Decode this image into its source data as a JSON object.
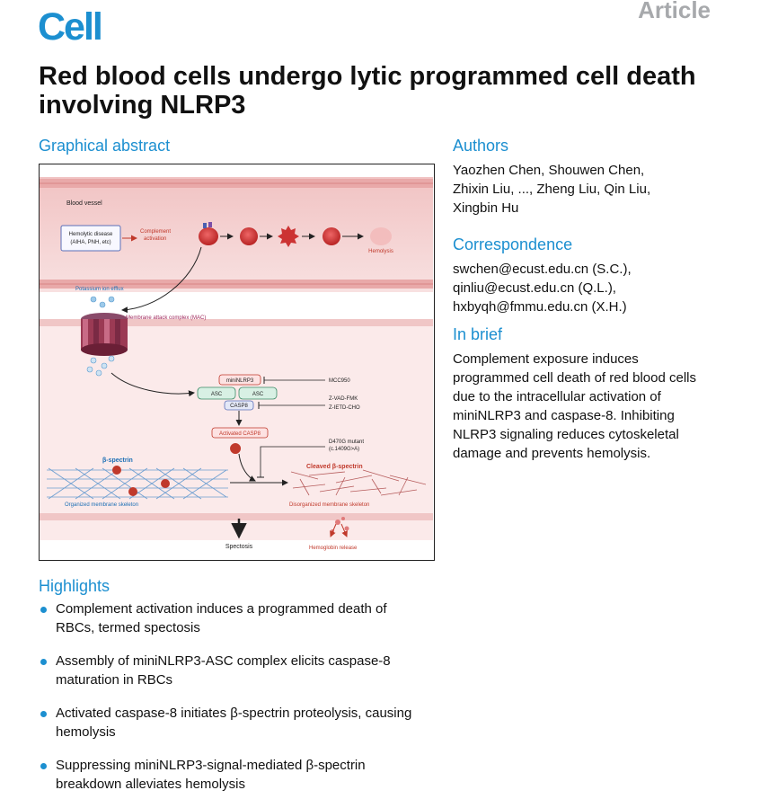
{
  "header": {
    "logo": "Cell",
    "article_type": "Article"
  },
  "title": "Red blood cells undergo lytic programmed cell death involving NLRP3",
  "graphical_abstract": {
    "heading": "Graphical abstract",
    "labels": {
      "blood_vessel": "Blood vessel",
      "disease_line1": "Hemolytic disease",
      "disease_line2": "(AIHA, PNH, etc)",
      "complement1": "Complement",
      "complement2": "activation",
      "hemolysis": "Hemolysis",
      "potassium": "Potassium ion efflux",
      "mac": "Membrane attack complex (MAC)",
      "mininlrp3": "miniNLRP3",
      "asc1": "ASC",
      "asc2": "ASC",
      "casp8": "CASP8",
      "mcc950": "MCC950",
      "zvad": "Z-VAD-FMK",
      "zietd": "Z-IETD-CHO",
      "activated_casp8": "Activated CASP8",
      "d470g1": "D470G mutant",
      "d470g2": "(c.1409G>A)",
      "beta_spectrin": "β-spectrin",
      "cleaved": "Cleaved β-spectrin",
      "organized": "Organized  membrane skeleton",
      "disorganized": "Disorganized  membrane skeleton",
      "spectosis": "Spectosis",
      "hb_release": "Hemoglobin release"
    }
  },
  "authors": {
    "heading": "Authors",
    "lines": [
      "Yaozhen Chen, Shouwen Chen,",
      "Zhixin Liu, ..., Zheng Liu, Qin Liu,",
      "Xingbin Hu"
    ]
  },
  "correspondence": {
    "heading": "Correspondence",
    "lines": [
      "swchen@ecust.edu.cn (S.C.),",
      "qinliu@ecust.edu.cn (Q.L.),",
      "hxbyqh@fmmu.edu.cn (X.H.)"
    ]
  },
  "in_brief": {
    "heading": "In brief",
    "lines": [
      "Complement exposure induces",
      "programmed cell death of red blood cells",
      "due to the intracellular activation of",
      "miniNLRP3 and caspase-8. Inhibiting",
      "NLRP3 signaling reduces cytoskeletal",
      "damage and prevents hemolysis."
    ]
  },
  "highlights": {
    "heading": "Highlights",
    "items": [
      [
        "Complement activation induces a programmed death of",
        "RBCs, termed spectosis"
      ],
      [
        "Assembly of miniNLRP3-ASC complex elicits caspase-8",
        "maturation in RBCs"
      ],
      [
        "Activated caspase-8 initiates β-spectrin proteolysis, causing",
        "hemolysis"
      ],
      [
        "Suppressing miniNLRP3-signal-mediated β-spectrin",
        "breakdown alleviates hemolysis"
      ]
    ]
  },
  "colors": {
    "brand": "#1c8fd0",
    "article_gray": "#a7a9ac",
    "rbc_red": "#d23a3a"
  }
}
